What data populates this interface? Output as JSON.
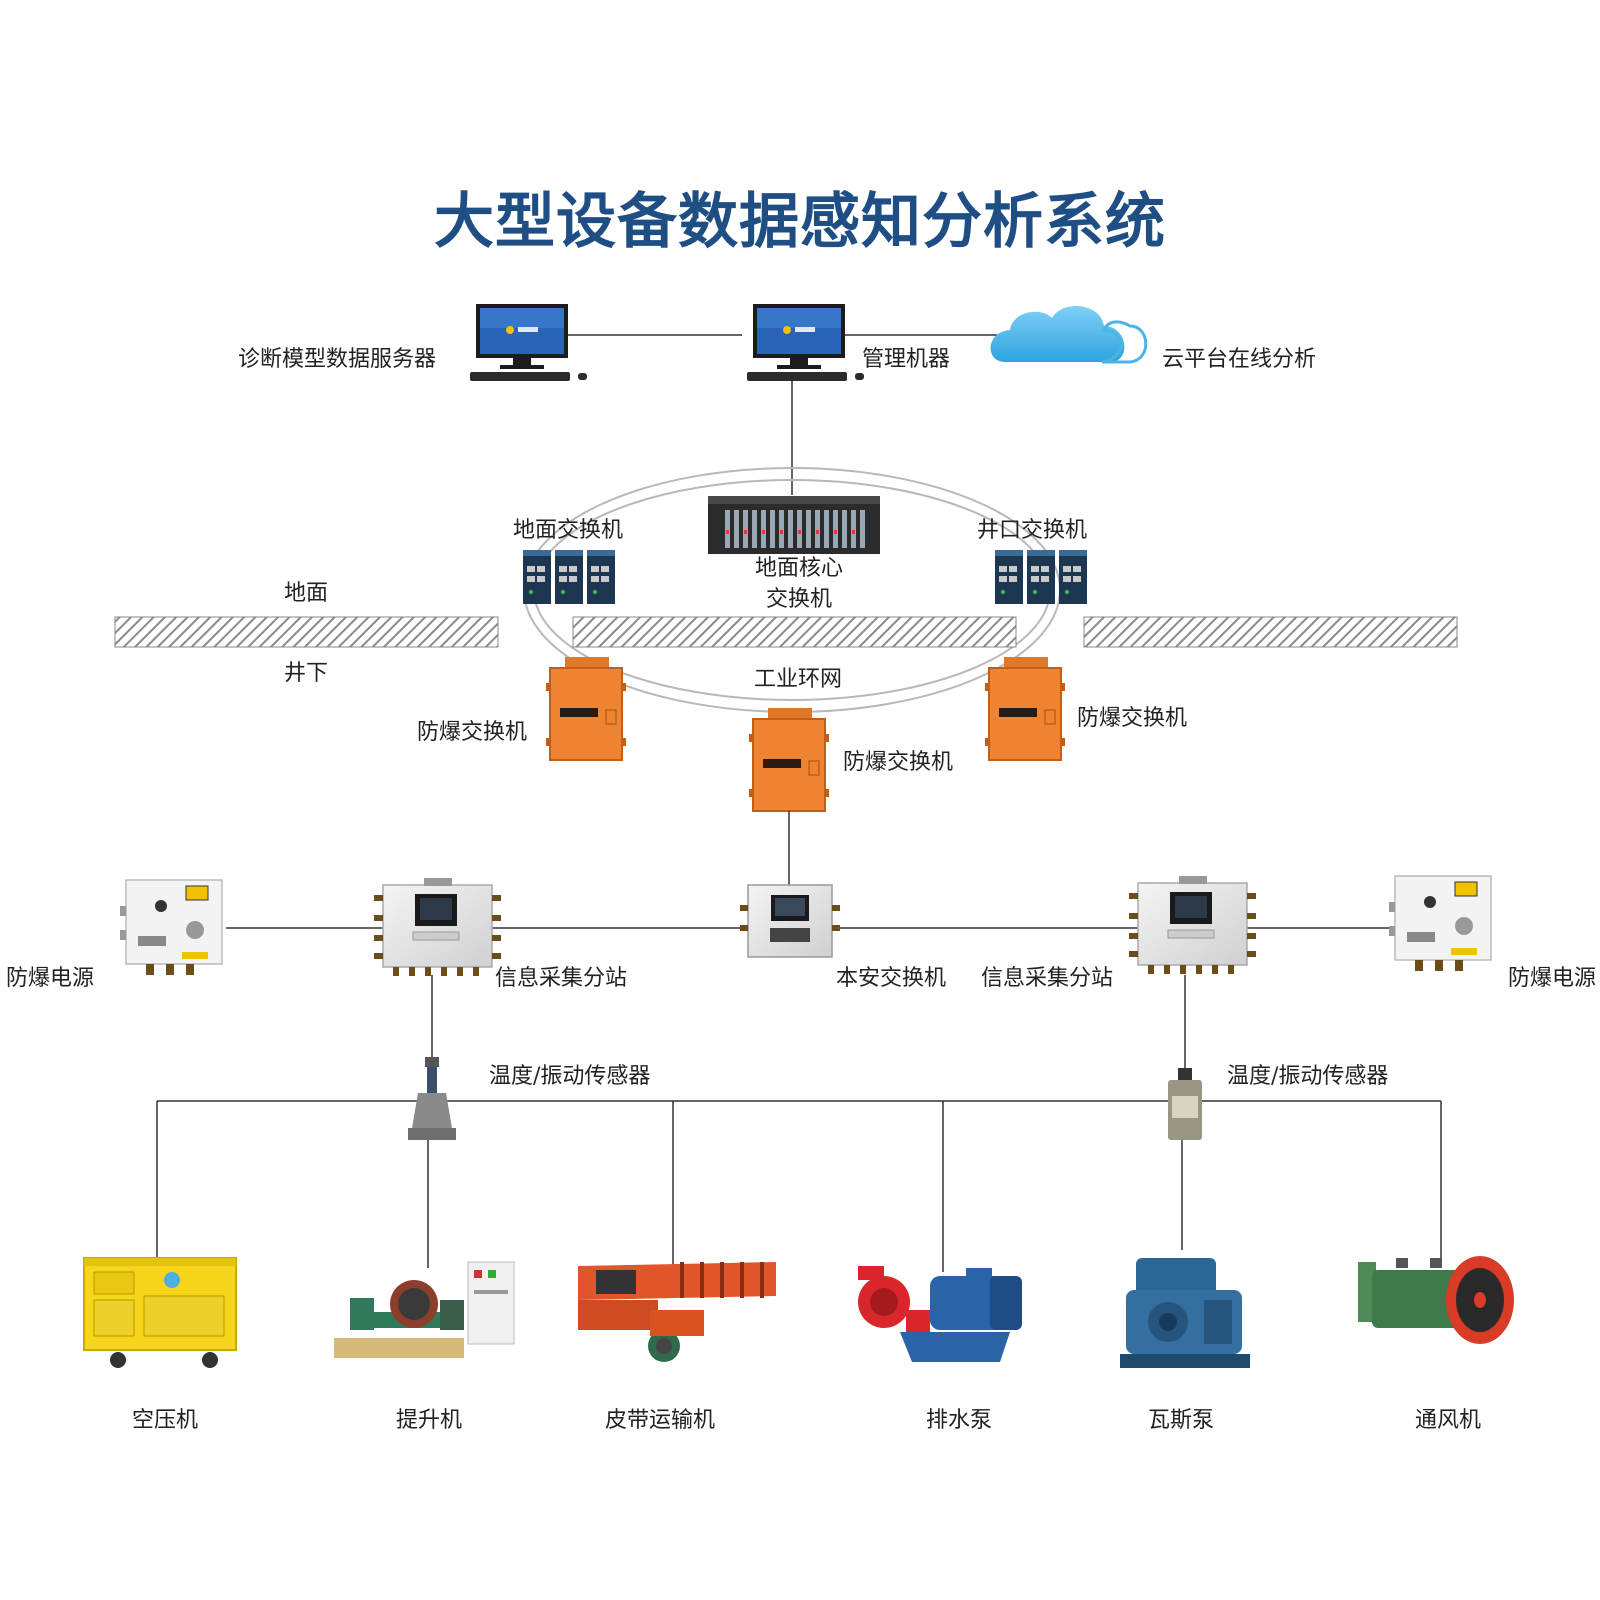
{
  "title": "大型设备数据感知分析系统",
  "colors": {
    "title": "#1f4e85",
    "ex_box": "#ee8432",
    "cloud": "#4bb4e6",
    "ground_hatch": "#8a8a8a",
    "line": "#333333"
  },
  "labels": {
    "diag_server": "诊断模型数据服务器",
    "mgmt": "管理机器",
    "cloud": "云平台在线分析",
    "surface_switch": "地面交换机",
    "well_switch": "井口交换机",
    "core_switch_l1": "地面核心",
    "core_switch_l2": "交换机",
    "surface": "地面",
    "underground": "井下",
    "ring": "工业环网",
    "ex_switch_left": "防爆交换机",
    "ex_switch_mid": "防爆交换机",
    "ex_switch_right": "防爆交换机",
    "power_left": "防爆电源",
    "power_right": "防爆电源",
    "station_left": "信息采集分站",
    "station_right": "信息采集分站",
    "safe_switch": "本安交换机",
    "sensor_left": "温度/振动传感器",
    "sensor_right": "温度/振动传感器"
  },
  "equipment": [
    {
      "label": "空压机",
      "icon": "air-compressor-icon"
    },
    {
      "label": "提升机",
      "icon": "hoist-icon"
    },
    {
      "label": "皮带运输机",
      "icon": "belt-conveyor-icon"
    },
    {
      "label": "排水泵",
      "icon": "drain-pump-icon"
    },
    {
      "label": "瓦斯泵",
      "icon": "gas-pump-icon"
    },
    {
      "label": "通风机",
      "icon": "ventilator-icon"
    }
  ]
}
